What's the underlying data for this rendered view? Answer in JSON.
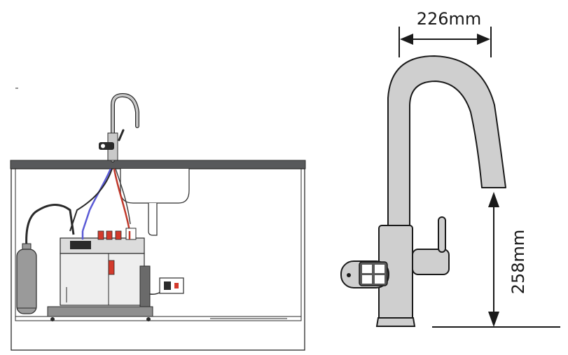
{
  "dimensions": {
    "width_label": "226mm",
    "height_label": "258mm"
  },
  "colors": {
    "outline": "#2a2a2a",
    "countertop": "#58595b",
    "tap_body": "#c9c9c9",
    "cylinder": "#9a9a9a",
    "tank_body": "#eeeeee",
    "wire_red": "#c0392b",
    "wire_blue": "#5b5bd6",
    "socket_red": "#d33a2c"
  },
  "icons": [
    "cabinet-diagram",
    "boiling-water-tap-icon",
    "filter-cylinder-icon",
    "boiler-tank-icon",
    "wall-socket-icon"
  ]
}
